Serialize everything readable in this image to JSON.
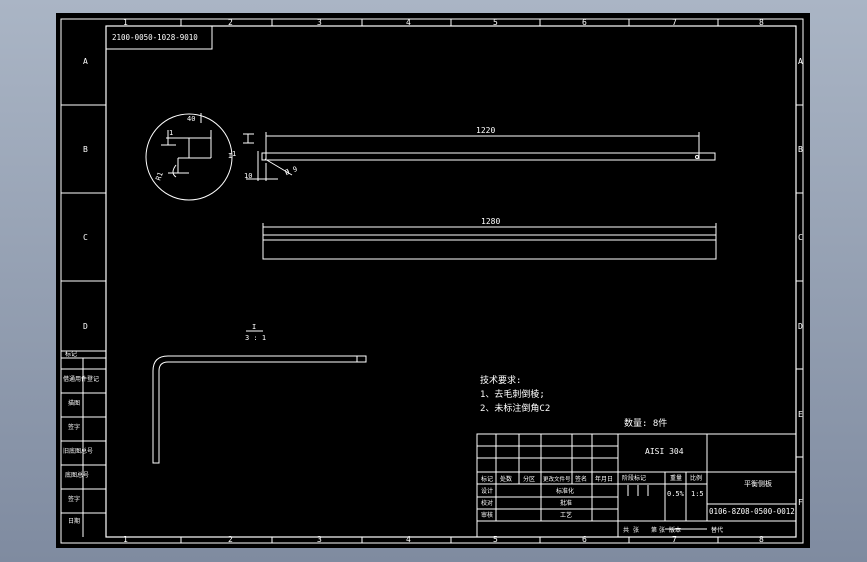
{
  "drawing": {
    "doc_code": "2100-0050-1028-9010",
    "columns": [
      "1",
      "2",
      "3",
      "4",
      "5",
      "6",
      "7",
      "8"
    ],
    "rows": [
      "A",
      "B",
      "C",
      "D",
      "E",
      "F"
    ],
    "detail_label": "I",
    "detail_dim_top": "40",
    "detail_dim_bottom": "10",
    "detail_dim_small": "1",
    "detail_dim_left": "10",
    "detail_radius": "R1",
    "hole_label": "Ø 9",
    "plan_length": "1220",
    "front_length": "1280",
    "section_label": "I",
    "section_scale": "3 : 1",
    "left_labels": [
      "借通用件登记",
      "旧底图总号",
      "底图总号",
      "签字",
      "日期",
      "描图",
      "标记"
    ],
    "tech_title": "技术要求:",
    "tech_items": [
      "1、去毛刺倒棱;",
      "2、未标注倒角C2"
    ],
    "quantity": "数量: 8件"
  },
  "title_block": {
    "material": "AISI 304",
    "mass": "0.5%",
    "scale": "1:5",
    "drawing_no": "0106-8Z08-0500-0012",
    "part_name": "平衡侧板",
    "rev_headers": [
      "标记",
      "处数",
      "分区",
      "更改文件号",
      "签名",
      "年月日"
    ],
    "role_labels": [
      "设计",
      "校对",
      "审核",
      "工艺",
      "标准化",
      "批准"
    ],
    "stage_headers": [
      "阶段标记",
      "重量",
      "比例"
    ],
    "bottom_labels": [
      "共",
      "张",
      "第",
      "张",
      "版本",
      "替代"
    ]
  }
}
